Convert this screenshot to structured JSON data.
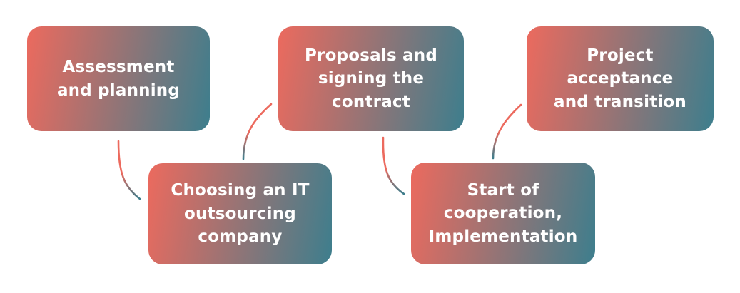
{
  "palette": {
    "coral": "#ec6a5e",
    "teal": "#3d7e8d",
    "text": "#ffffff"
  },
  "diagram": {
    "type": "process-flow",
    "steps": [
      {
        "name": "assessment-planning",
        "label": "Assessment\nand planning"
      },
      {
        "name": "choosing-company",
        "label": "Choosing an IT\noutsourcing\ncompany"
      },
      {
        "name": "proposals-contract",
        "label": "Proposals and\nsigning the\ncontract"
      },
      {
        "name": "start-cooperation",
        "label": "Start of\ncooperation,\nImplementation"
      },
      {
        "name": "project-acceptance",
        "label": "Project\nacceptance\nand transition"
      }
    ],
    "connectors": [
      {
        "from": "assessment-planning",
        "to": "choosing-company"
      },
      {
        "from": "choosing-company",
        "to": "proposals-contract"
      },
      {
        "from": "proposals-contract",
        "to": "start-cooperation"
      },
      {
        "from": "start-cooperation",
        "to": "project-acceptance"
      }
    ]
  }
}
